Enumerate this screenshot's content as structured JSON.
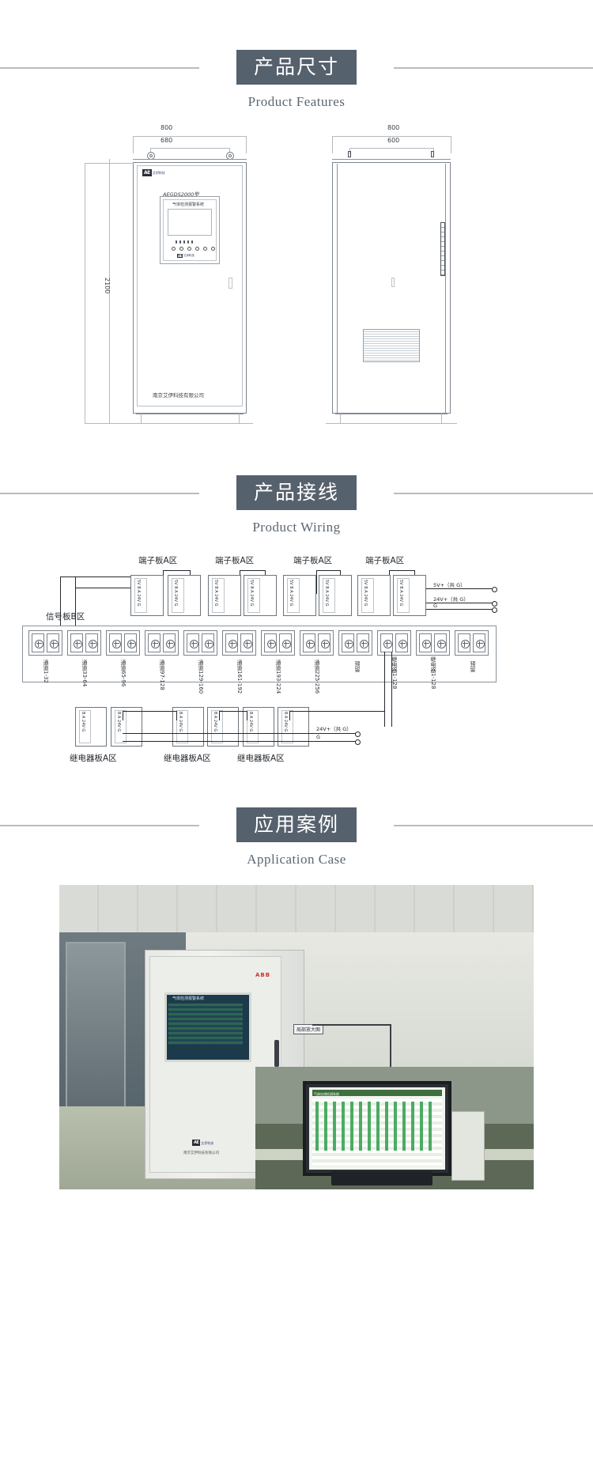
{
  "sections": [
    {
      "cn": "产品尺寸",
      "en": "Product Features"
    },
    {
      "cn": "产品接线",
      "en": "Product Wiring"
    },
    {
      "cn": "应用案例",
      "en": "Application Case"
    }
  ],
  "dimensions": {
    "front_view": {
      "width_outer": "800",
      "width_inner": "680",
      "height": "2100",
      "brand_mark": "AE",
      "brand_cn": "艾伊科技",
      "brand_sup": "®",
      "model": "AEGDS2000型",
      "panel_title": "气体检测报警系统",
      "panel_logo": "艾伊科技",
      "company": "南京艾伊科技有限公司"
    },
    "side_view": {
      "width_outer": "800",
      "width_inner": "600"
    }
  },
  "wiring": {
    "top_labels": [
      "端子板A区",
      "端子板A区",
      "端子板A区",
      "端子板A区"
    ],
    "signal_board_label": "信号板B区",
    "bottom_labels": [
      "继电器板A区",
      "继电器板A区",
      "继电器板A区"
    ],
    "terminal_pins": [
      "5V",
      "B",
      "A",
      "24V",
      "G"
    ],
    "relay_pins": [
      "B",
      "A",
      "24V",
      "G"
    ],
    "power_labels": [
      "5V+（共 G）",
      "24V+（共 G）",
      "G"
    ],
    "power_labels_bottom": [
      "24V+（共 G）",
      "G"
    ],
    "channels": [
      "通道1-32",
      "通道33-64",
      "通道65-96",
      "通道97-128",
      "通道129-160",
      "通道161-192",
      "通道193-224",
      "通道225-256",
      "预留",
      "继电器1-128",
      "继电器1-128",
      "预留"
    ]
  },
  "application_case": {
    "cabinet_brand": "ABB",
    "cabinet_logo_mark": "AE",
    "cabinet_logo_cn": "艾伊科技",
    "cabinet_company": "南京艾伊科技有限公司",
    "screen_title": "气体检测报警系统",
    "callout_label": "局部放大图",
    "monitor_title": "气体在线检测系统"
  },
  "colors": {
    "header_bg": "#56616e",
    "header_text": "#ffffff",
    "rule": "#b9bcc0",
    "subtitle": "#5b6672",
    "drawing_line": "#8b939c",
    "drawing_dark": "#23282d"
  }
}
